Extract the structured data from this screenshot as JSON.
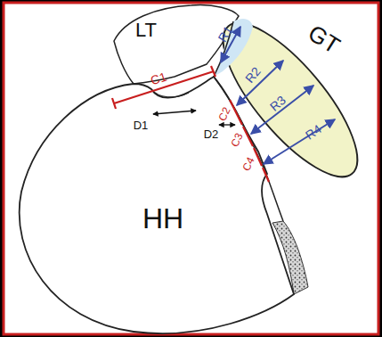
{
  "diagram": {
    "labels": [
      "LT",
      "GT",
      "R1",
      "R2",
      "R3",
      "R4",
      "C1",
      "C2",
      "C3",
      "C4",
      "D1",
      "D2",
      "HH"
    ]
  }
}
